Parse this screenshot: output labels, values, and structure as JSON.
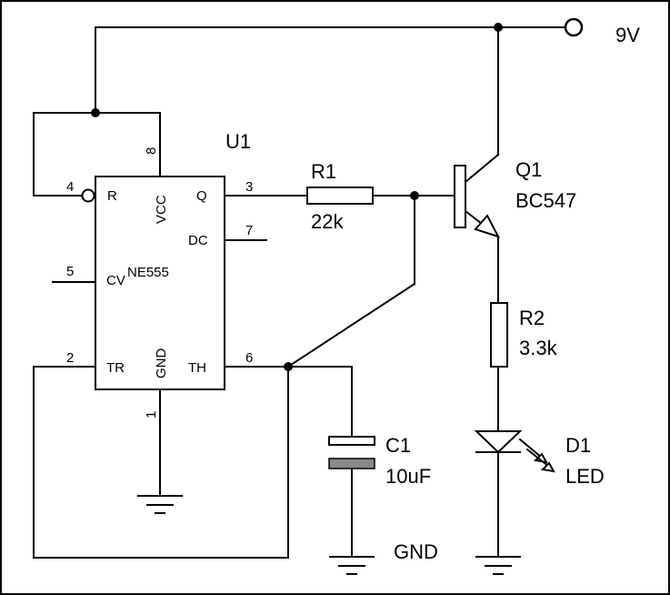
{
  "supply": {
    "label": "9V"
  },
  "ground": {
    "label": "GND"
  },
  "ic": {
    "ref": "U1",
    "part": "NE555",
    "pins": {
      "r": "R",
      "vcc": "VCC",
      "q": "Q",
      "dc": "DC",
      "cv": "CV",
      "tr": "TR",
      "gnd": "GND",
      "th": "TH"
    },
    "pin_numbers": {
      "p1": "1",
      "p2": "2",
      "p3": "3",
      "p4": "4",
      "p5": "5",
      "p6": "6",
      "p7": "7",
      "p8": "8"
    }
  },
  "r1": {
    "ref": "R1",
    "value": "22k"
  },
  "q1": {
    "ref": "Q1",
    "value": "BC547"
  },
  "r2": {
    "ref": "R2",
    "value": "3.3k"
  },
  "c1": {
    "ref": "C1",
    "value": "10uF"
  },
  "d1": {
    "ref": "D1",
    "value": "LED"
  }
}
